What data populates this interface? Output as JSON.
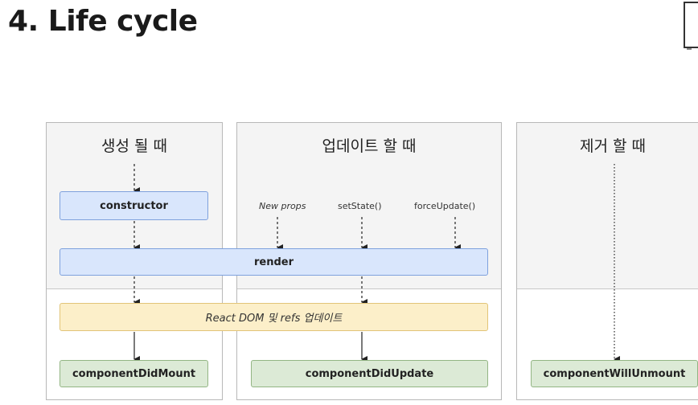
{
  "slide": {
    "title": "4. Life cycle"
  },
  "phases": {
    "mount": "생성 될 때",
    "update": "업데이트 할 때",
    "unmount": "제거 할 때"
  },
  "nodes": {
    "constructor": "constructor",
    "render": "render",
    "react_dom": "React DOM 및 refs 업데이트",
    "did_mount": "componentDidMount",
    "did_update": "componentDidUpdate",
    "will_unmount": "componentWillUnmount"
  },
  "triggers": {
    "new_props": "New props",
    "set_state": "setState()",
    "force_update": "forceUpdate()"
  },
  "colors": {
    "blue_fill": "#d9e6fc",
    "yellow_fill": "#fcefc9",
    "green_fill": "#dcead6"
  }
}
